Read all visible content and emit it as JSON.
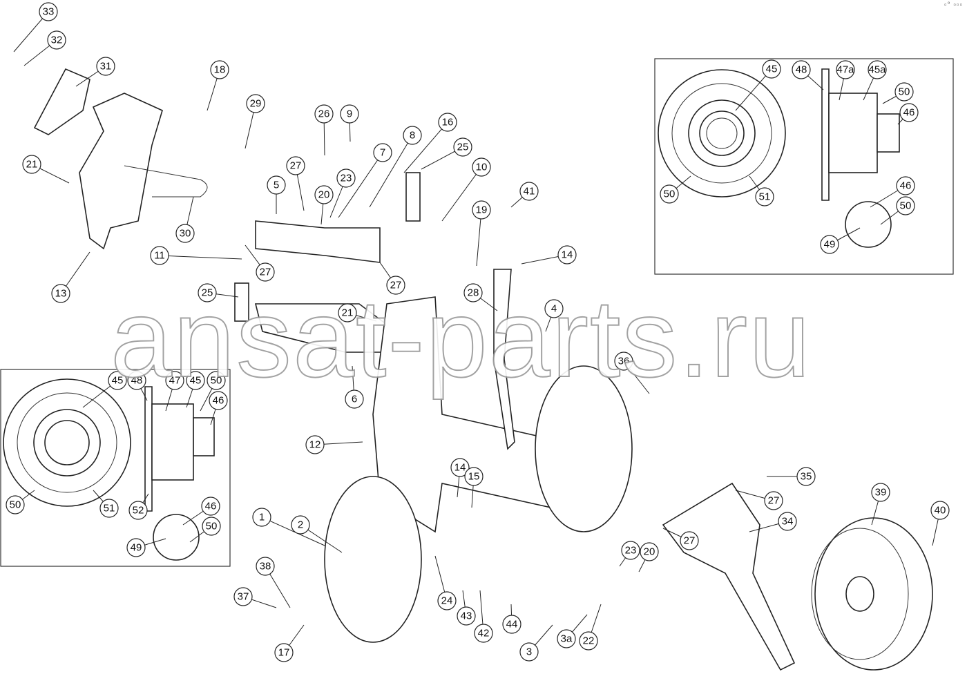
{
  "watermark": "ansat-parts.ru",
  "corner_marks": "▫° ▫▫▫",
  "callouts_main": [
    "33",
    "32",
    "31",
    "18",
    "29",
    "26",
    "9",
    "8",
    "16",
    "25",
    "7",
    "21",
    "27",
    "5",
    "20",
    "23",
    "10",
    "41",
    "30",
    "19",
    "14",
    "11",
    "27",
    "13",
    "25",
    "27",
    "28",
    "21",
    "4",
    "36",
    "6",
    "12",
    "14",
    "15",
    "35",
    "27",
    "39",
    "40",
    "34",
    "27",
    "1",
    "2",
    "24",
    "43",
    "42",
    "44",
    "23",
    "20",
    "22",
    "3",
    "3a",
    "37",
    "38",
    "17"
  ],
  "inset_top_right": {
    "callouts": [
      "45",
      "48",
      "47a",
      "45a",
      "50",
      "46",
      "50",
      "51",
      "46",
      "50",
      "49"
    ]
  },
  "inset_left": {
    "callouts": [
      "45",
      "48",
      "47",
      "45",
      "50",
      "46",
      "50",
      "51",
      "52",
      "46",
      "50",
      "49"
    ]
  }
}
